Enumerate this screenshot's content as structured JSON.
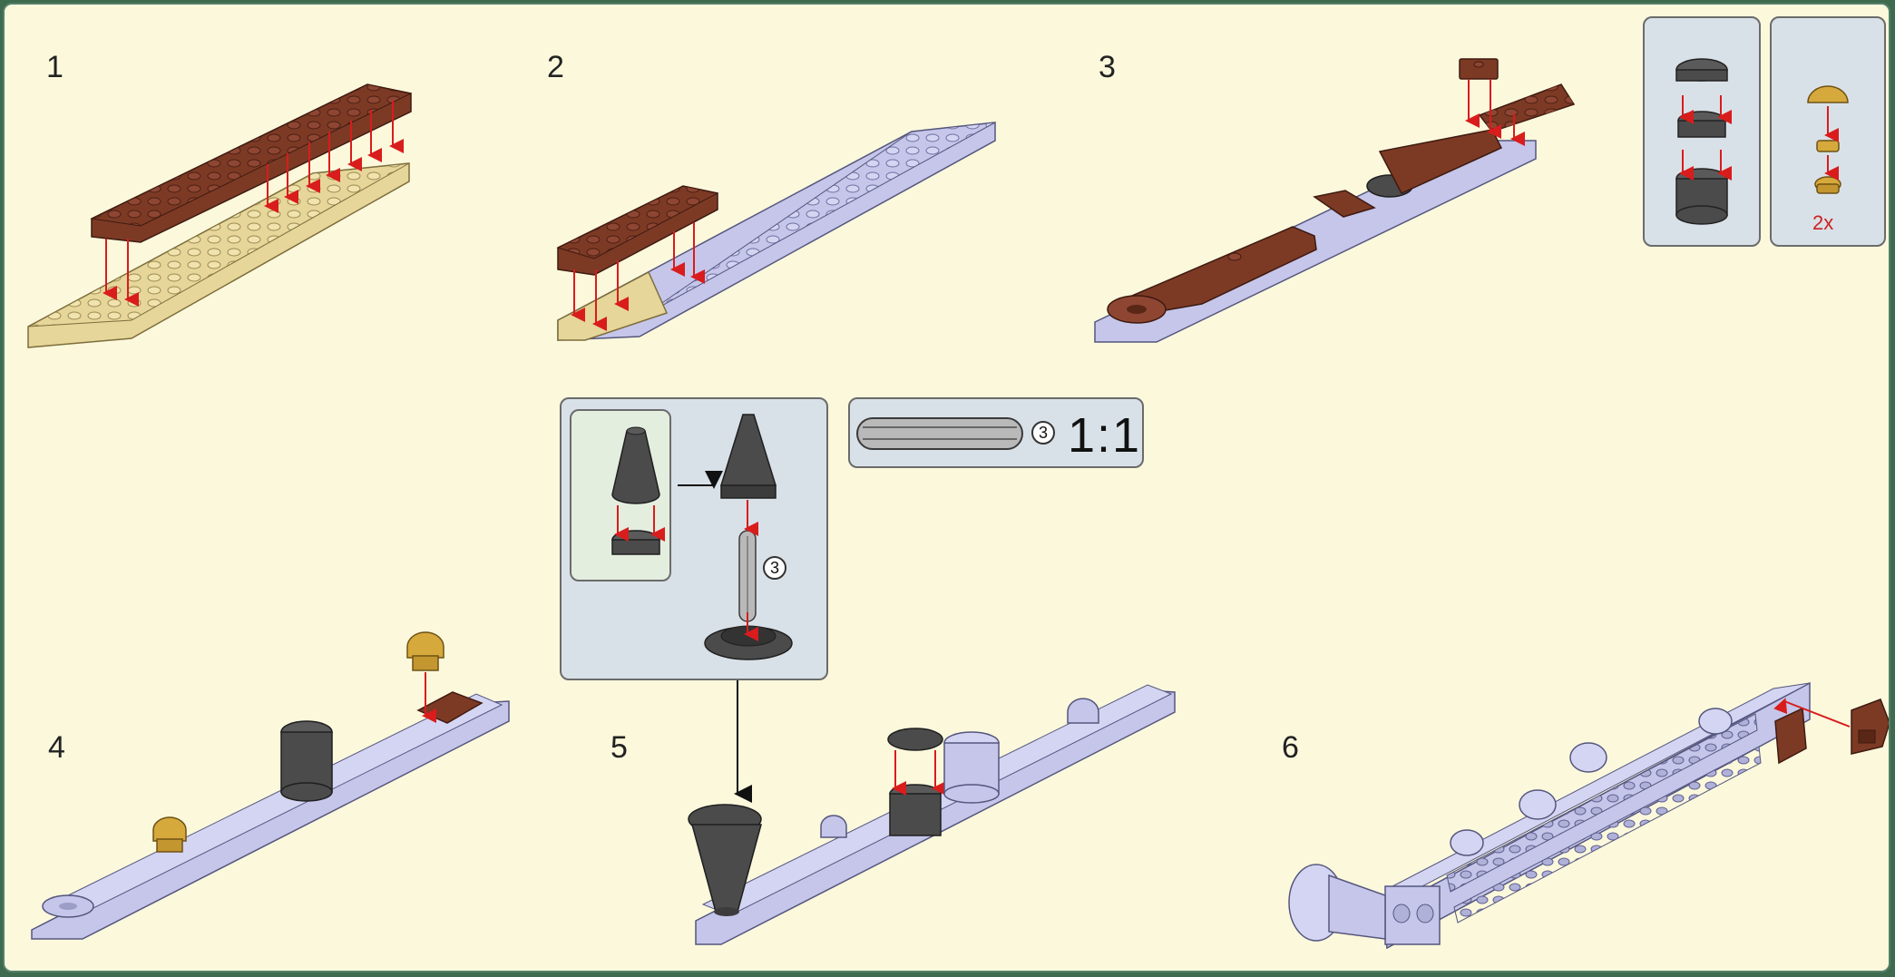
{
  "steps": [
    {
      "number": "1"
    },
    {
      "number": "2"
    },
    {
      "number": "3"
    },
    {
      "number": "4"
    },
    {
      "number": "5"
    },
    {
      "number": "6"
    }
  ],
  "callouts": {
    "top_right_quantity": "2x",
    "rod_count": "3",
    "rod_scale": "1:1",
    "assembly_rod_count": "3"
  },
  "colors": {
    "page_background": "#fbf8dc",
    "frame": "#3e6a4e",
    "reddish_brown": "#7c3a25",
    "tan": "#e6d69a",
    "lavender": "#c5c6ea",
    "dark_grey": "#4b4b4b",
    "gold": "#d6a93c",
    "arrow_red": "#d91c1c",
    "callout_blue": "#d9e1e8",
    "callout_green": "#e3eedf"
  }
}
